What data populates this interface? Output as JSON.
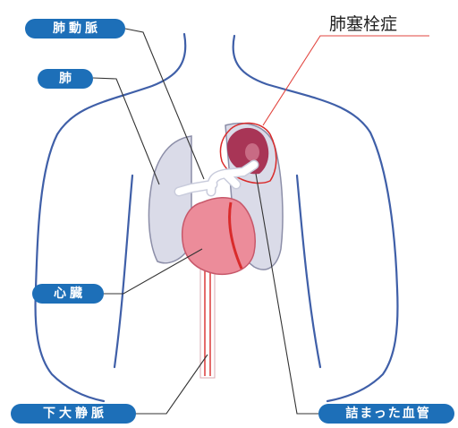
{
  "title": "肺塞栓症",
  "labels": {
    "pulmonary_artery": "肺動脈",
    "lung": "肺",
    "heart": "心臓",
    "inferior_vena_cava": "下大静脈",
    "clogged_vessel": "詰まった血管"
  },
  "colors": {
    "label_bg": "#1d6fb8",
    "body_outline": "#3f5fa8",
    "lung_fill": "#dadbe8",
    "heart_fill": "#ec8c9a",
    "vessel_red": "#d92b2b",
    "clot_fill": "#a83556",
    "leader_line": "#333333",
    "title_line": "#e2453f"
  }
}
